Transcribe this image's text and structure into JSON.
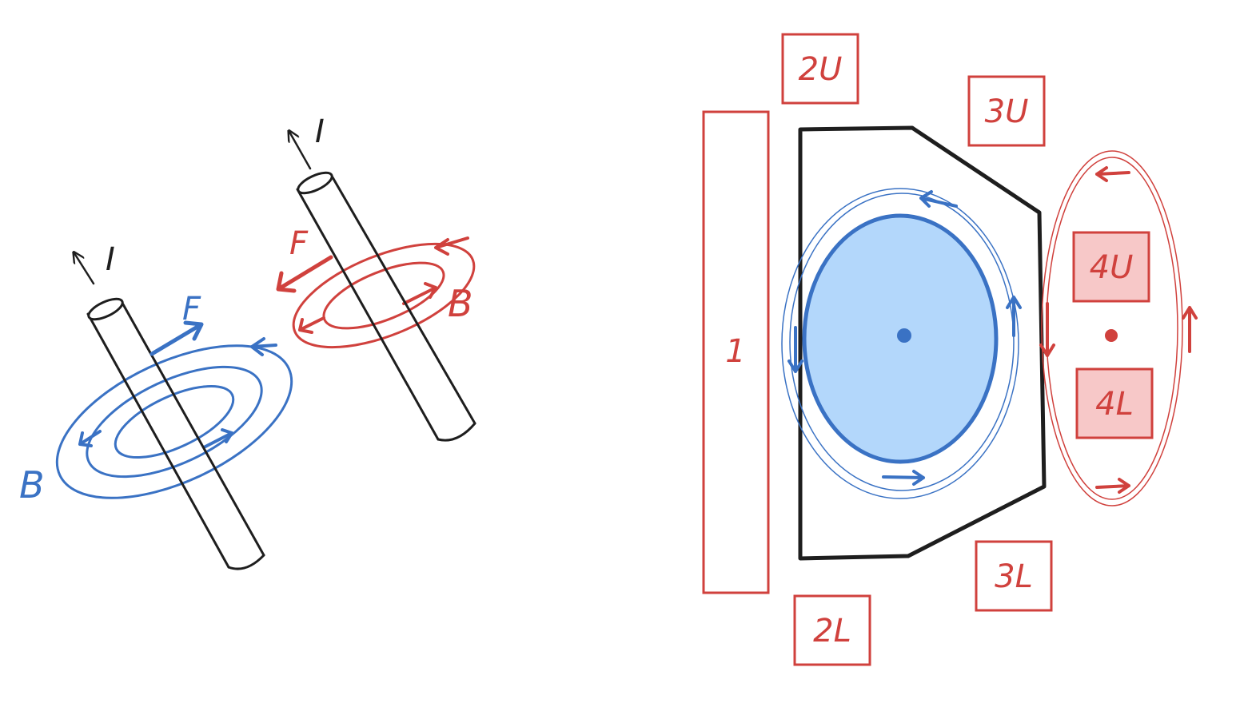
{
  "colors": {
    "red": "#d0413d",
    "blue": "#3a72c4",
    "black": "#1e1e1e",
    "light_blue": "#b3d7fb",
    "light_red": "#f7c8c8"
  },
  "left_figure": {
    "wire_left_current": "I",
    "wire_right_current": "I",
    "force_blue": "F",
    "force_red": "F",
    "field_blue": "B",
    "field_red": "B"
  },
  "right_figure": {
    "coil_1": "1",
    "coil_2U": "2U",
    "coil_2L": "2L",
    "coil_3U": "3U",
    "coil_3L": "3L",
    "coil_4U": "4U",
    "coil_4L": "4L"
  }
}
